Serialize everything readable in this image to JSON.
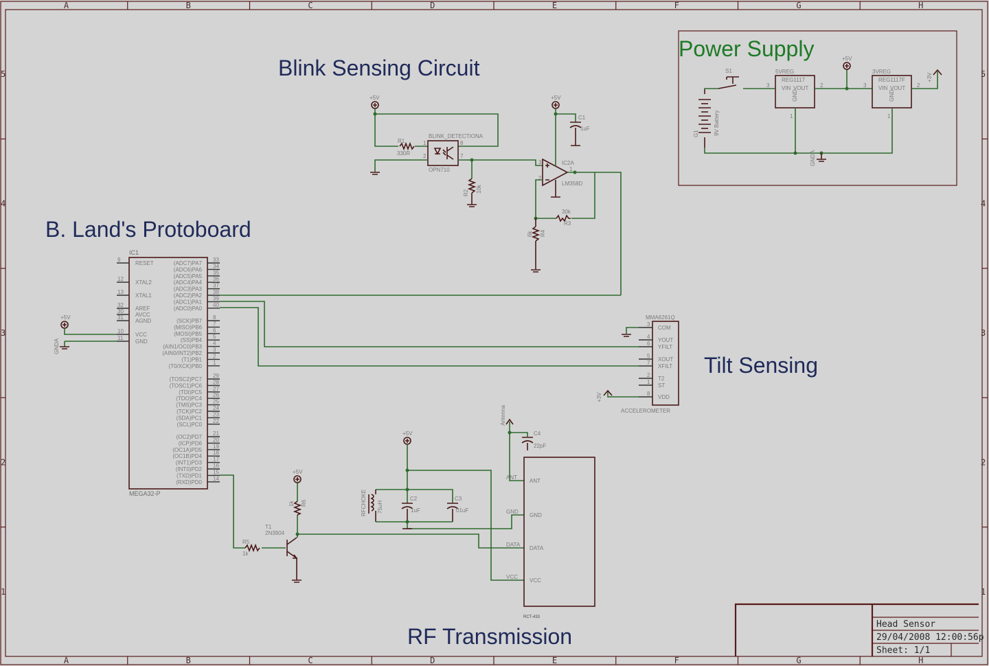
{
  "sheet": {
    "zones_cols": [
      "A",
      "B",
      "C",
      "D",
      "E",
      "F",
      "G",
      "H"
    ],
    "zones_rows": [
      "5",
      "4",
      "3",
      "2",
      "1"
    ],
    "title_block": {
      "name": "Head Sensor",
      "date": "29/04/2008 12:00:56p",
      "sheet": "Sheet: 1/1"
    }
  },
  "sections": {
    "power_supply": "Power Supply",
    "blink": "Blink Sensing Circuit",
    "protoboard": "B. Land's Protoboard",
    "tilt": "Tilt Sensing",
    "rf": "RF Transmission"
  },
  "power": {
    "switch": "S1",
    "battery_ref": "G1",
    "battery_val": "9V Battery",
    "reg1_name": "5VREG",
    "reg1_part": "REG1117",
    "reg2_name": "3VREG",
    "reg2_part": "REG1117F",
    "vin": "VIN",
    "vout": "VOUT",
    "gnd": "GND",
    "plus5": "+5V",
    "plus3": "+3V",
    "gnda": "GNDA",
    "pin3": "3",
    "pin2": "2",
    "pin1": "1"
  },
  "blink": {
    "plus5": "+5V",
    "r1": "R1",
    "r1_val": "330R",
    "opto_name": "BLINK_DETECTIONA",
    "opto_part": "OPN710",
    "r2": "R2",
    "r2_val": "10k",
    "c1": "C1",
    "c1_val": "1uF",
    "ic": "IC2A",
    "ic_part": "LM358D",
    "r3": "R3",
    "r3_val": "30k",
    "r4": "R4",
    "r4_val": "6k",
    "p1": "1",
    "p2": "2",
    "p3": "3",
    "p7": "7",
    "p8": "8"
  },
  "mcu": {
    "ref": "IC1",
    "part": "MEGA32-P",
    "left_pins": [
      {
        "num": "9",
        "name": "RESET"
      },
      {
        "num": "12",
        "name": "XTAL2"
      },
      {
        "num": "13",
        "name": "XTAL1"
      },
      {
        "num": "32",
        "name": "AREF"
      },
      {
        "num": "30",
        "name": "AVCC"
      },
      {
        "num": "31",
        "name": "AGND"
      },
      {
        "num": "10",
        "name": "VCC"
      },
      {
        "num": "11",
        "name": "GND"
      }
    ],
    "right_pins": [
      {
        "num": "33",
        "name": "(ADC7)PA7"
      },
      {
        "num": "34",
        "name": "(ADC6)PA6"
      },
      {
        "num": "35",
        "name": "(ADC5)PA5"
      },
      {
        "num": "36",
        "name": "(ADC4)PA4"
      },
      {
        "num": "37",
        "name": "(ADC3)PA3"
      },
      {
        "num": "38",
        "name": "(ADC2)PA2"
      },
      {
        "num": "39",
        "name": "(ADC1)PA1"
      },
      {
        "num": "40",
        "name": "(ADC0)PA0"
      },
      {
        "num": "8",
        "name": "(SCK)PB7"
      },
      {
        "num": "7",
        "name": "(MISO)PB6"
      },
      {
        "num": "6",
        "name": "(MOSI)PB5"
      },
      {
        "num": "5",
        "name": "(SS)PB4"
      },
      {
        "num": "4",
        "name": "(AIN1/OC0)PB3"
      },
      {
        "num": "3",
        "name": "(AIN0/INT2)PB2"
      },
      {
        "num": "2",
        "name": "(T1)PB1"
      },
      {
        "num": "1",
        "name": "(T0/XCK)PB0"
      },
      {
        "num": "29",
        "name": "(TOSC2)PC7"
      },
      {
        "num": "28",
        "name": "(TOSC1)PC6"
      },
      {
        "num": "27",
        "name": "(TDI)PC5"
      },
      {
        "num": "26",
        "name": "(TDO)PC4"
      },
      {
        "num": "25",
        "name": "(TMS)PC3"
      },
      {
        "num": "24",
        "name": "(TCK)PC2"
      },
      {
        "num": "23",
        "name": "(SDA)PC1"
      },
      {
        "num": "22",
        "name": "(SCL)PC0"
      },
      {
        "num": "21",
        "name": "(OC2)PD7"
      },
      {
        "num": "20",
        "name": "(ICP)PD6"
      },
      {
        "num": "19",
        "name": "(OC1A)PD5"
      },
      {
        "num": "18",
        "name": "(OC1B)PD4"
      },
      {
        "num": "17",
        "name": "(INT1)PD3"
      },
      {
        "num": "16",
        "name": "(INT0)PD2"
      },
      {
        "num": "15",
        "name": "(TXD)PD1"
      },
      {
        "num": "14",
        "name": "(RXD)PD0"
      }
    ],
    "plus5": "+5V",
    "gnda": "GNDA"
  },
  "accel": {
    "ref": "MMA6261Q",
    "label": "ACCELEROMETER",
    "pins": [
      {
        "num": "3",
        "name": "COM"
      },
      {
        "num": "4",
        "name": "YOUT"
      },
      {
        "num": "6",
        "name": "YFILT"
      },
      {
        "num": "5",
        "name": "XOUT"
      },
      {
        "num": "7",
        "name": "XFILT"
      },
      {
        "num": "2",
        "name": "T2"
      },
      {
        "num": "1",
        "name": "ST"
      },
      {
        "num": "8",
        "name": "VDD"
      }
    ],
    "plus3": "+3V"
  },
  "rf": {
    "plus5": "+5V",
    "r6": "R6",
    "r6_val": "1k",
    "t1": "T1",
    "t1_part": "2N3904",
    "r5": "R5",
    "r5_val": "1k",
    "choke": "RFCHOKE",
    "choke_val": "75uH",
    "c2": "C2",
    "c2_val": "1uF",
    "c3": "C3",
    "c3_val": "01uF",
    "c4": "C4",
    "c4_val": "22pF",
    "antenna": "Antenna",
    "module": "RCT-433",
    "pins": [
      "ANT",
      "GND",
      "DATA",
      "VCC"
    ]
  }
}
